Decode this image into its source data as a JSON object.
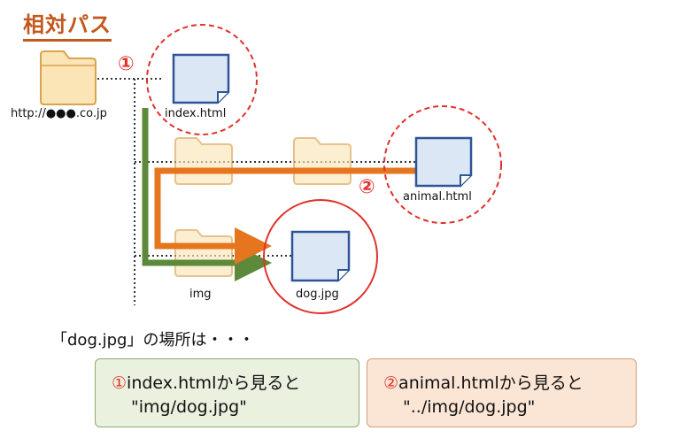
{
  "title": "相対パス",
  "labels": {
    "root": "http://●●●.co.jp",
    "index": "index.html",
    "animal": "animal.html",
    "img": "img",
    "dog": "dog.jpg"
  },
  "markers": {
    "one": "①",
    "two": "②"
  },
  "question": "「dog.jpg」の場所は・・・",
  "answers": {
    "one": {
      "marker": "①",
      "line1": "index.htmlから見ると",
      "line2": "\"img/dog.jpg\""
    },
    "two": {
      "marker": "②",
      "line1": "animal.htmlから見ると",
      "line2": "\"../img/dog.jpg\""
    }
  },
  "colors": {
    "title": "#c2581c",
    "folder_fill": "#fbe5b7",
    "folder_stroke": "#d9a34f",
    "doc_fill": "#dbe7f5",
    "doc_stroke": "#2f5597",
    "path1_arrow": "#5d8a3a",
    "path2_arrow": "#e5751f",
    "highlight": "#e0322c"
  },
  "icons": [
    "folder-icon",
    "document-icon",
    "arrow-right-icon"
  ]
}
